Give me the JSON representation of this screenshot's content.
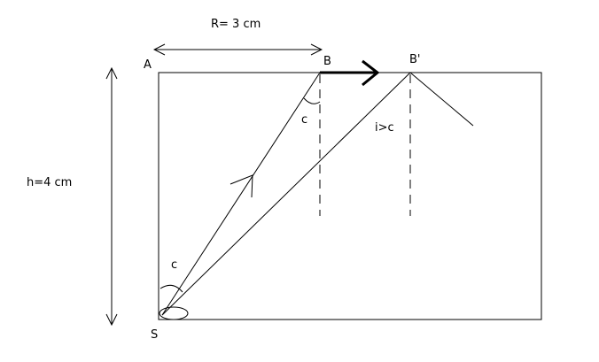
{
  "labels": {
    "radius": "R= 3 cm",
    "height": "h=4 cm",
    "point_a": "A",
    "point_b": "B",
    "point_b_prime": "B'",
    "point_s": "S",
    "angle_c_top": "c",
    "angle_c_bottom": "c",
    "angle_relation": "i>c"
  },
  "colors": {
    "stroke": "#000000",
    "background": "#ffffff"
  }
}
